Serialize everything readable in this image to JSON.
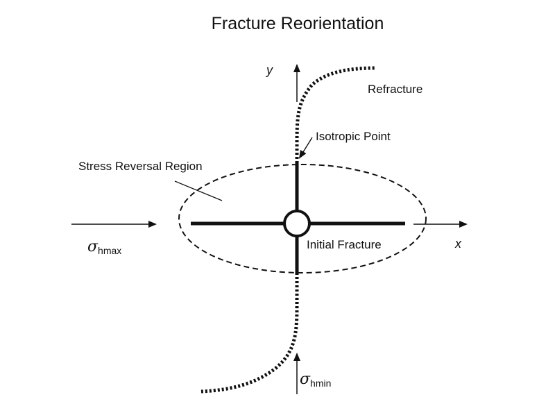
{
  "title": "Fracture Reorientation",
  "labels": {
    "refracture": "Refracture",
    "isotropic_point": "Isotropic Point",
    "stress_reversal_region": "Stress Reversal Region",
    "initial_fracture": "Initial Fracture",
    "axis_x": "x",
    "axis_y": "y"
  },
  "stresses": {
    "symbol": "σ",
    "max_subscript": "hmax",
    "min_subscript": "hmin"
  },
  "colors": {
    "ink": "#111111",
    "background": "#ffffff"
  }
}
